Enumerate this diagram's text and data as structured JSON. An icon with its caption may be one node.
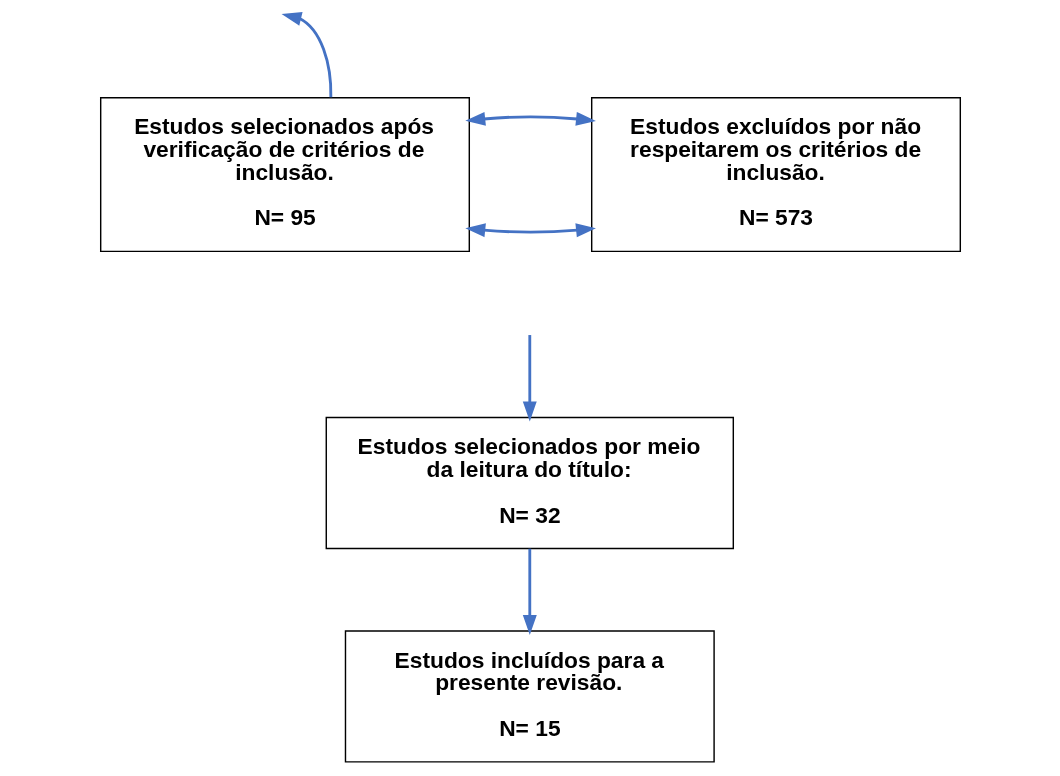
{
  "diagram": {
    "nodes": [
      {
        "text": [
          "Estudos selecionados após verificação de critérios de inclusão.",
          "N= 95"
        ]
      },
      {
        "text": [
          "Estudos excluídos por não respeitarem os critérios de inclusão.",
          "N= 573"
        ]
      },
      {
        "text": [
          "Estudos selecionados por meio da leitura do título:",
          "N= 32"
        ]
      },
      {
        "text": [
          "Estudos incluídos para a presente revisão.",
          "N= 15"
        ]
      }
    ],
    "edges": [
      {
        "from": 0,
        "to": 1,
        "arrow": "both"
      },
      {
        "from": 0,
        "to": null,
        "arrow": "to"
      },
      {
        "from": 0,
        "to": 1,
        "arrow": "both"
      },
      {
        "from": null,
        "to": 2,
        "arrow": "to"
      },
      {
        "from": 2,
        "to": 3,
        "arrow": "to"
      }
    ]
  }
}
